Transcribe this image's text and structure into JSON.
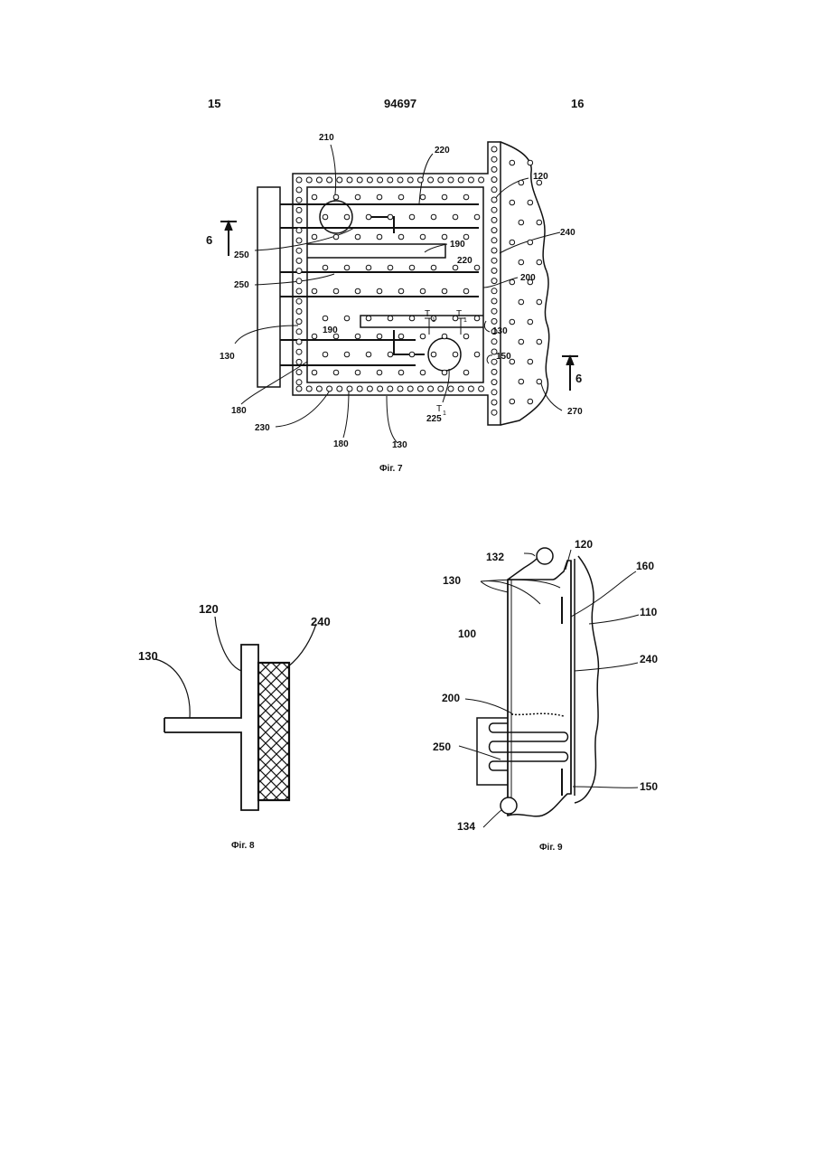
{
  "header": {
    "page_left": "15",
    "patent_number": "94697",
    "page_right": "16"
  },
  "fig7": {
    "caption": "Фіг. 7",
    "section_mark_left": "6",
    "section_mark_right": "6",
    "labels": {
      "l210": "210",
      "l220a": "220",
      "l120": "120",
      "l240": "240",
      "l250a": "250",
      "l190a": "190",
      "l220b": "220",
      "l250b": "250",
      "l200": "200",
      "l190b": "190",
      "lt1a": "T",
      "lt1b": "T",
      "l130a": "130",
      "l130b": "130",
      "l150": "150",
      "l180a": "180",
      "lt1c": "T",
      "l225": "225",
      "l270": "270",
      "l230": "230",
      "l180b": "180",
      "l130c": "130",
      "sub1": "1"
    }
  },
  "fig8": {
    "caption": "Фіг. 8",
    "labels": {
      "l120": "120",
      "l240": "240",
      "l130": "130"
    }
  },
  "fig9": {
    "caption": "Фіг. 9",
    "labels": {
      "l132": "132",
      "l120": "120",
      "l130": "130",
      "l160": "160",
      "l110": "110",
      "l100": "100",
      "l240": "240",
      "l200": "200",
      "l250": "250",
      "l150": "150",
      "l134": "134"
    }
  }
}
